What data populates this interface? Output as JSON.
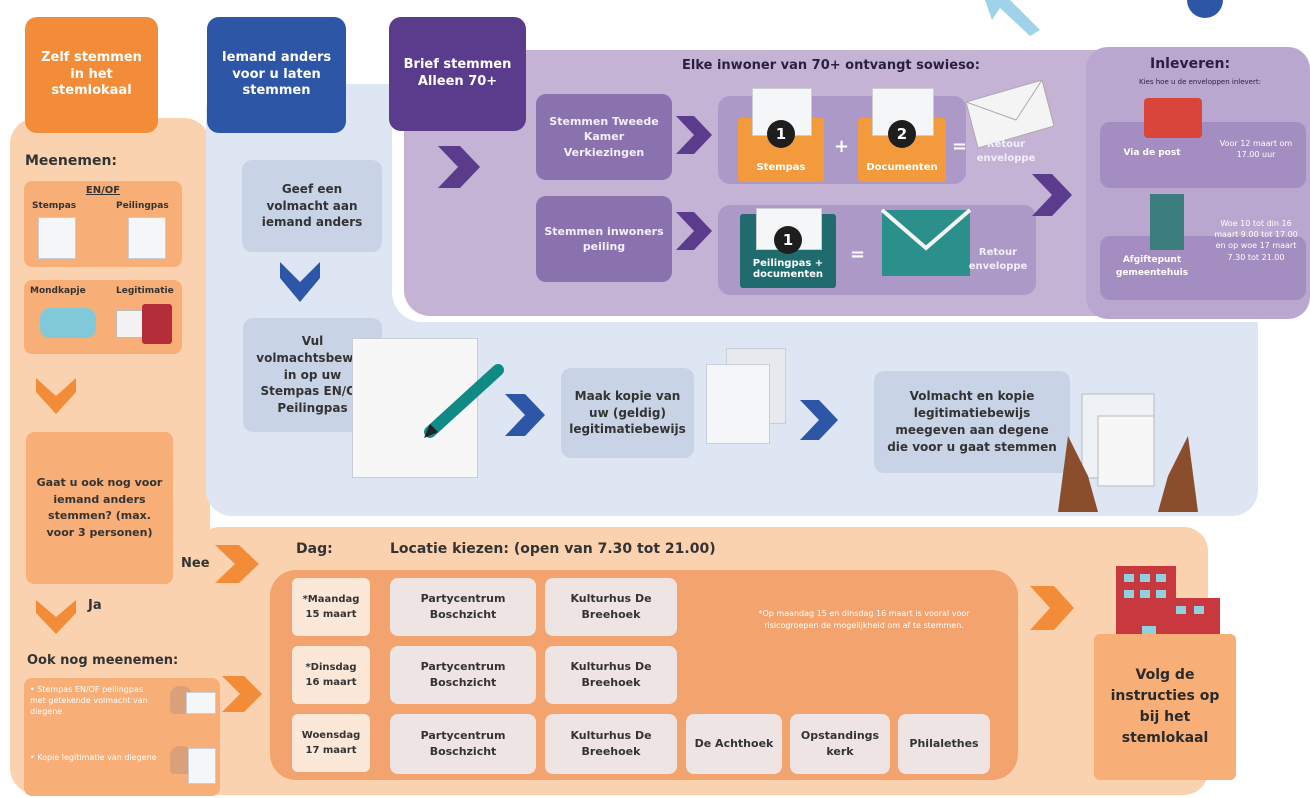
{
  "col_zelf": {
    "header": "Zelf stemmen in het stemlokaal",
    "meenemen_title": "Meenemen:",
    "en_of": "EN/OF",
    "stempas": "Stempas",
    "peilingpas": "Peilingpas",
    "mondkapje": "Mondkapje",
    "legitimatie": "Legitimatie",
    "question": "Gaat u ook nog voor iemand anders stemmen? (max. voor 3 personen)",
    "nee": "Nee",
    "ja": "Ja",
    "ook_title": "Ook nog meenemen:",
    "ook_items": [
      "Stempas EN/OF peilingpas met getekende volmacht van diegene",
      "Kopie legitimatie van diegene"
    ]
  },
  "col_iemand": {
    "header": "Iemand anders voor u laten stemmen",
    "step1": "Geef een volmacht aan iemand anders",
    "step2": "Vul volmachtsbewijs in op uw Stempas EN/OF Peilingpas",
    "step3": "Maak kopie van uw (geldig) legitimatiebewijs",
    "step4": "Volmacht en kopie legitimatiebewijs meegeven aan degene die voor u gaat stemmen"
  },
  "col_brief": {
    "header": "Brief stemmen Alleen 70+",
    "title": "Elke inwoner van 70+ ontvangt sowieso:",
    "row1_label": "Stemmen Tweede Kamer Verkiezingen",
    "row1_env1": "Stempas",
    "row1_env2": "Documenten",
    "row1_num1": "1",
    "row1_num2": "2",
    "row1_plus": "+",
    "row1_eq": "=",
    "row1_result": "Retour enveloppe",
    "row2_label": "Stemmen inwoners peiling",
    "row2_env1": "Peilingpas + documenten",
    "row2_num1": "1",
    "row2_eq": "=",
    "row2_result": "Retour enveloppe"
  },
  "inleveren": {
    "title": "Inleveren:",
    "subtitle": "Kies hoe u de enveloppen inlevert:",
    "opt1_label": "Via de post",
    "opt1_time": "Voor 12 maart om 17.00 uur",
    "opt2_label": "Afgiftepunt gemeentehuis",
    "opt2_time": "Woe 10 tot din 16 maart 9.00 tot 17.00 en op woe 17 maart 7.30 tot 21.00"
  },
  "locatie": {
    "dag_title": "Dag:",
    "loc_title": "Locatie kiezen: (open van 7.30 tot 21.00)",
    "days": [
      "*Maandag 15 maart",
      "*Dinsdag 16 maart",
      "Woensdag 17 maart"
    ],
    "row1": [
      "Partycentrum Boschzicht",
      "Kulturhus De Breehoek"
    ],
    "row2": [
      "Partycentrum Boschzicht",
      "Kulturhus De Breehoek"
    ],
    "row3": [
      "Partycentrum Boschzicht",
      "Kulturhus De Breehoek",
      "De Achthoek",
      "Opstandings kerk",
      "Philalethes"
    ],
    "note": "*Op maandag 15 en dinsdag 16 maart is vooral voor risicogroepen de mogelijkheid om af te stemmen.",
    "final": "Volg de instructies op bij het stemlokaal"
  },
  "colors": {
    "orange": "#f28c38",
    "blue": "#2e56a6",
    "purple": "#5b3c8c"
  }
}
